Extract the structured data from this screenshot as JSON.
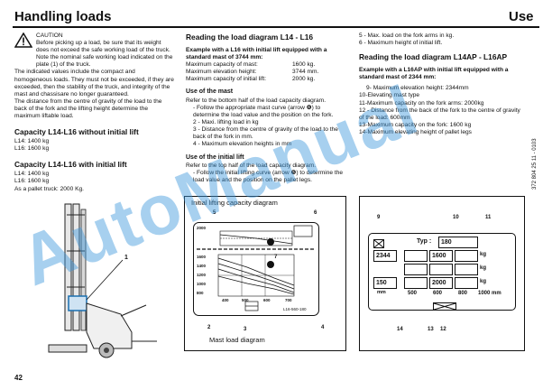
{
  "header": {
    "left_title": "Handling loads",
    "right_title": "Use"
  },
  "page_number": "42",
  "side_code": "372 804 25 11 - 0103",
  "watermark": "AutoManual",
  "col1": {
    "caution_label": "CAUTION",
    "caution_text": "Before picking up a load, be sure that its weight does not exceed the safe working load of the truck. Note the nominal safe working load indicated on the plate (1) of the truck.",
    "para": "The indicated values include the compact and homogeneous loads. They must not be exceeded, if they are exceeded, then the stability of the truck, and integrity of the mast and chassisare no longer guaranteed.",
    "para2": "The distance from the centre of gravity of the load to the back of the fork and the lifting height determine the maximum liftable load.",
    "cap1_title": "Capacity L14-L16 without initial lift",
    "cap1_l14": "L14: 1400 kg",
    "cap1_l16": "L16: 1600 kg",
    "cap2_title": "Capacity L14-L16 with initial lift",
    "cap2_l14": "L14: 1400 kg",
    "cap2_l16": "L16: 1600 kg",
    "cap2_pallet": "As a pallet truck: 2000 Kg.",
    "callout": "1"
  },
  "col2": {
    "title": "Reading the load diagram L14 - L16",
    "example": "Example with a L16 with initial lift equipped with a standard mast of 3744 mm:",
    "rows": [
      {
        "k": "Maximum capacity of mast:",
        "v": "1600 kg."
      },
      {
        "k": "Maximum elevation height:",
        "v": "3744  mm."
      },
      {
        "k": "Maximum capacity of initial lift:",
        "v": "2000 kg."
      }
    ],
    "use_mast_title": "Use of the mast",
    "use_mast_intro": "Refer to the bottom half of the load capacity diagram.",
    "use_mast_items": [
      "- Follow the appropriate mast curve (arrow ❻) to determine the load value and the position on the fork.",
      "2 - Maxi. lifting load in kg",
      "3 - Distance from the centre of gravity of the load to the back of the fork in mm.",
      "4 - Maximum elevation heights in mm"
    ],
    "use_init_title": "Use of the initial lift",
    "use_init_intro": "Refer to the top half of the load capacity diagram.",
    "use_init_items": [
      "- Follow the initial lifting curve (arrow ❺) to determine the load value and the position on the pallet legs."
    ],
    "diagram_top_label": "Initial lifting capacity diagram",
    "diagram_bottom_label": "Mast load diagram",
    "callouts": {
      "c5": "5",
      "c6": "6",
      "c7": "7",
      "c2": "2",
      "c3": "3",
      "c4": "4"
    },
    "y_ticks": [
      "2000",
      "1600",
      "1400",
      "1200",
      "1000",
      "800"
    ],
    "x_ticks": [
      "400",
      "500",
      "600",
      "700"
    ],
    "model_code": "L16-560-180"
  },
  "col3": {
    "items_top": [
      "5 - Max. load on the fork arms in kg.",
      "6 - Maximum height of initial lift."
    ],
    "title": "Reading the load diagram L14AP - L16AP",
    "example": "Example with a L16AP with initial lift equipped with a standard mast of 2344 mm:",
    "items": [
      "9- Maximum elevation height: 2344mm",
      "10-Elevating mast type",
      "11-Maximum capacity on the fork arms: 2000kg",
      "12 - Distance from the back of the fork to the centre of gravity of the load: 600mm",
      "13-Maximum capacity on the fork: 1600 kg",
      "14-Maximum elevating height of pallet legs"
    ],
    "plate": {
      "typ_label": "Typ :",
      "typ_value": "180",
      "height_value": "2344",
      "cap_value": "1600",
      "leg_value": "150",
      "leg_unit": "mm",
      "cap2_value": "2000",
      "kg": "kg",
      "x_labels": [
        "500",
        "600",
        "800",
        "1000 mm"
      ]
    },
    "callouts": {
      "c9": "9",
      "c10": "10",
      "c11": "11",
      "c14": "14",
      "c13": "13",
      "c12": "12"
    }
  }
}
